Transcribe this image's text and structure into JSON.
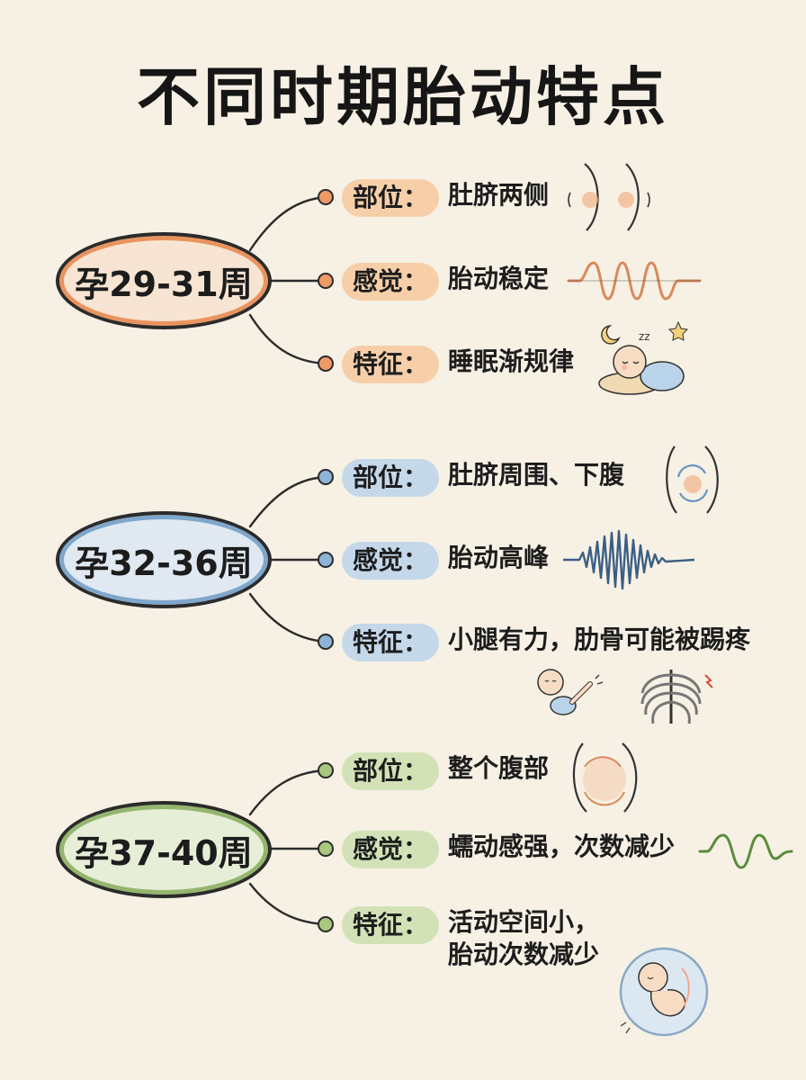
{
  "title": "不同时期胎动特点",
  "stages": [
    {
      "label": "孕29-31周",
      "color": "#e9935f",
      "tag_bg": "#f6cfa9",
      "items": [
        {
          "tag": "部位：",
          "value": "肚脐两侧",
          "icon": "belly-side-icon"
        },
        {
          "tag": "感觉：",
          "value": "胎动稳定",
          "icon": "steady-wave-icon"
        },
        {
          "tag": "特征：",
          "value": "睡眠渐规律",
          "icon": "sleeping-baby-icon"
        }
      ]
    },
    {
      "label": "孕32-36周",
      "color": "#7fa6cb",
      "tag_bg": "#c4d8ea",
      "items": [
        {
          "tag": "部位：",
          "value": "肚脐周围、下腹",
          "icon": "belly-around-icon"
        },
        {
          "tag": "感觉：",
          "value": "胎动高峰",
          "icon": "peak-wave-icon"
        },
        {
          "tag": "特征：",
          "value": "小腿有力，肋骨可能被踢疼",
          "icon": "kicking-baby-icon"
        }
      ]
    },
    {
      "label": "孕37-40周",
      "color": "#94b66e",
      "tag_bg": "#d2e2b6",
      "items": [
        {
          "tag": "部位：",
          "value": "整个腹部",
          "icon": "whole-belly-icon"
        },
        {
          "tag": "感觉：",
          "value": "蠕动感强，次数减少",
          "icon": "slow-wave-icon"
        },
        {
          "tag": "特征：",
          "value": "活动空间小，",
          "value_line2": "胎动次数减少",
          "icon": "fetus-in-womb-icon"
        }
      ]
    }
  ]
}
